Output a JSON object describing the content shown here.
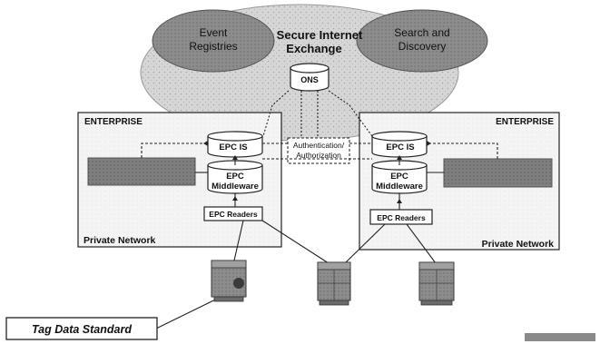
{
  "cloud": {
    "title_line1": "Secure Internet",
    "title_line2": "Exchange",
    "left_ellipse_line1": "Event",
    "left_ellipse_line2": "Registries",
    "right_ellipse_line1": "Search and",
    "right_ellipse_line2": "Discovery",
    "ons_label": "ONS"
  },
  "left_enterprise": {
    "title": "ENTERPRISE",
    "epcis_label": "EPC IS",
    "middleware_line1": "EPC",
    "middleware_line2": "Middleware",
    "readers_label": "EPC Readers",
    "network_label": "Private Network"
  },
  "right_enterprise": {
    "title": "ENTERPRISE",
    "epcis_label": "EPC IS",
    "middleware_line1": "EPC",
    "middleware_line2": "Middleware",
    "readers_label": "EPC Readers",
    "network_label": "Private Network"
  },
  "auth": {
    "line1": "Authentication/",
    "line2": "Authorization"
  },
  "tag_data_standard": "Tag Data Standard",
  "colors": {
    "cloud_fill": "#cfcfcf",
    "ellipse_fill": "#8a8a8a",
    "app_box_fill": "#7d7d7d",
    "enterprise_fill": "#f2f2f2",
    "line": "#222222",
    "page": "#ffffff"
  },
  "icons": {
    "pallet": "pallet-box-icon",
    "database": "database-cylinder-icon"
  }
}
